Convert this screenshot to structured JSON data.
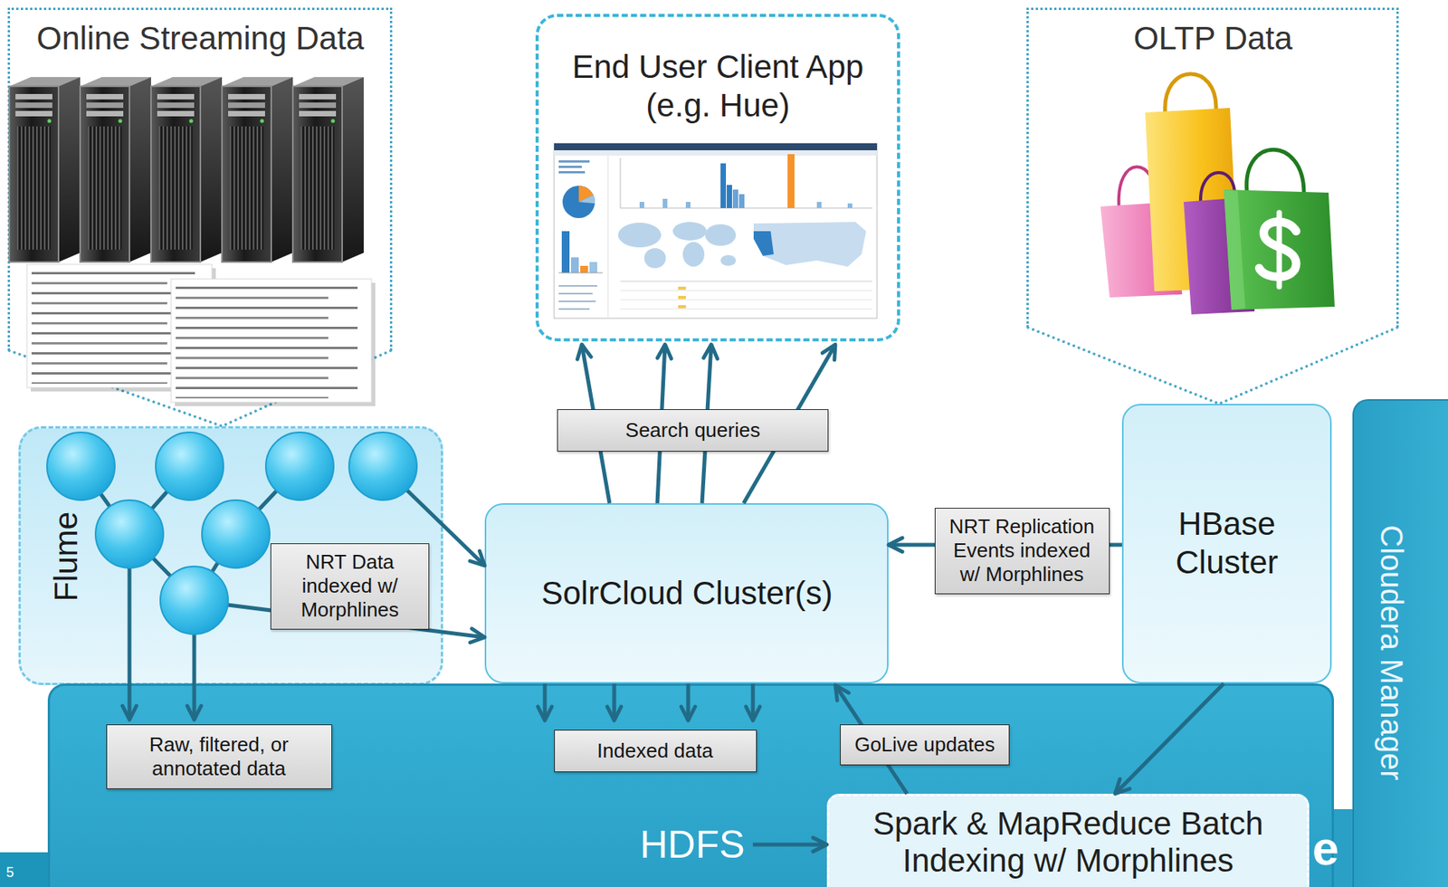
{
  "diagram": {
    "nodes": [
      {
        "text": [
          "Online Streaming Data"
        ]
      },
      {
        "text": [
          "End User Client App (e.g. Hue)"
        ]
      },
      {
        "text": [
          "OLTP Data"
        ]
      },
      {
        "text": [
          "Flume"
        ]
      },
      {
        "text": [
          "SolrCloud Cluster(s)"
        ]
      },
      {
        "text": [
          "HBase Cluster"
        ]
      },
      {
        "text": [
          "Cloudera Manager"
        ]
      },
      {
        "text": [
          "HDFS"
        ]
      },
      {
        "text": [
          "Spark & MapReduce Batch Indexing w/ Morphlines"
        ],
        "in": 7
      }
    ],
    "edges": [
      {
        "from": 0,
        "to": 3,
        "arrow": "none"
      },
      {
        "from": 2,
        "to": 5,
        "arrow": "none"
      },
      {
        "from": 3,
        "to": 4,
        "arrow": "to"
      },
      {
        "from": 3,
        "to": 4,
        "label": "NRT Data indexed w/ Morphlines",
        "arrow": "to"
      },
      {
        "from": 3,
        "to": 7,
        "label": "Raw, filtered, or annotated data",
        "arrow": "to"
      },
      {
        "from": 3,
        "to": 7,
        "arrow": "to"
      },
      {
        "from": 4,
        "to": 1,
        "label": "Search queries",
        "arrow": "to"
      },
      {
        "from": 4,
        "to": 1,
        "arrow": "to"
      },
      {
        "from": 4,
        "to": 1,
        "arrow": "to"
      },
      {
        "from": 4,
        "to": 1,
        "arrow": "to"
      },
      {
        "from": 4,
        "to": 7,
        "label": "Indexed data",
        "arrow": "to"
      },
      {
        "from": 4,
        "to": 7,
        "arrow": "to"
      },
      {
        "from": 4,
        "to": 7,
        "arrow": "to"
      },
      {
        "from": 4,
        "to": 7,
        "arrow": "to"
      },
      {
        "from": 5,
        "to": 4,
        "label": "NRT Replication Events indexed w/ Morphlines",
        "arrow": "to"
      },
      {
        "from": 5,
        "to": 8,
        "arrow": "to"
      },
      {
        "from": 8,
        "to": 4,
        "label": "GoLive updates",
        "arrow": "to"
      },
      {
        "from": 7,
        "to": 8,
        "arrow": "to"
      }
    ],
    "labels": [
      "5",
      "e"
    ]
  }
}
